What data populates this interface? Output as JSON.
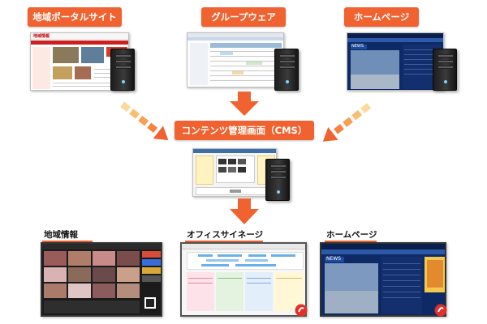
{
  "top_sources": [
    {
      "label": "地域ポータルサイト"
    },
    {
      "label": "グループウェア"
    },
    {
      "label": "ホームページ"
    }
  ],
  "cms": {
    "label": "コンテンツ管理画面（CMS）"
  },
  "outputs": [
    {
      "label": "地域情報"
    },
    {
      "label": "オフィスサイネージ"
    },
    {
      "label": "ホームページ"
    }
  ],
  "screens": {
    "portal": {
      "logo_text": "地域情報"
    },
    "homepage": {
      "tab": "NEWS"
    },
    "signage_hp": {
      "tab": "NEWS"
    }
  },
  "colors": {
    "accent": "#f0622f",
    "arrow": "#f0622f",
    "pill_text": "#ffffff"
  }
}
